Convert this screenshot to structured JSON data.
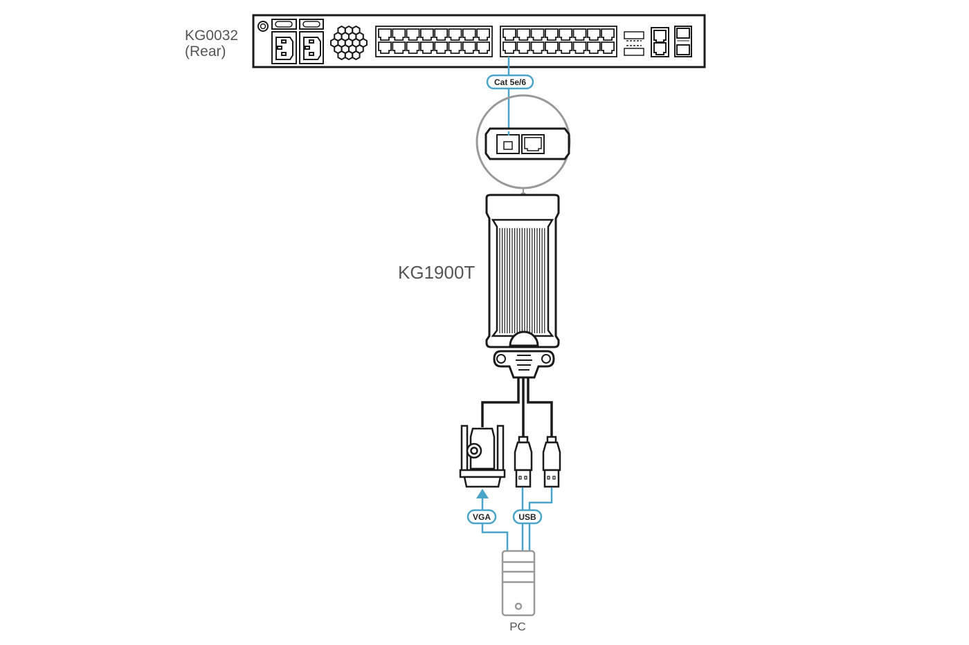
{
  "switch": {
    "model": "KG0032",
    "side": "(Rear)"
  },
  "cable_label": "Cat 5e/6",
  "adapter": {
    "model": "KG1900T"
  },
  "connections": {
    "vga": "VGA",
    "usb": "USB"
  },
  "computer": {
    "label": "PC"
  },
  "colors": {
    "cable": "#4aa3c8",
    "outline": "#1a1a1a",
    "callout": "#999999"
  }
}
